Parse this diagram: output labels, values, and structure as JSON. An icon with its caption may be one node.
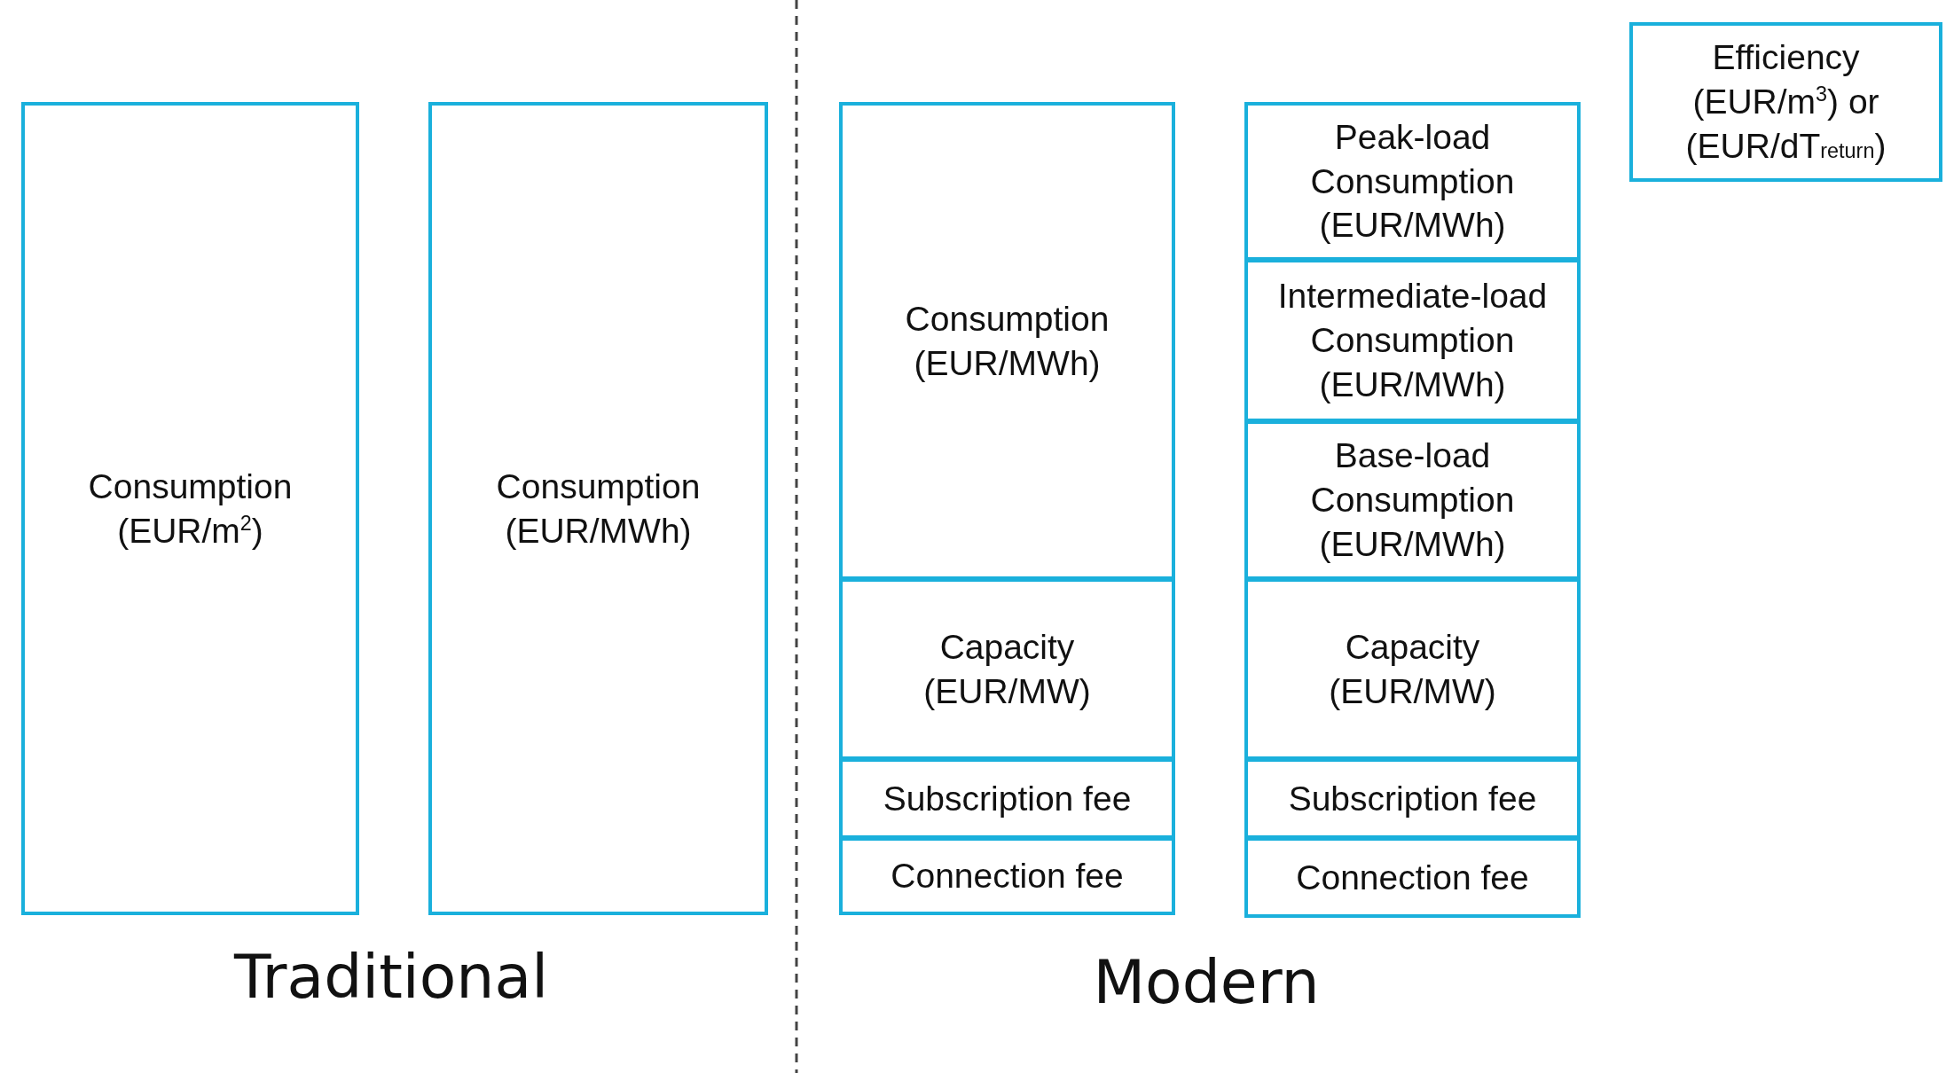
{
  "diagram": {
    "nodes": [
      {
        "text": [
          "Consumption (EUR/m$^{2}$)"
        ]
      },
      {
        "text": [
          "Consumption (EUR/MWh)"
        ]
      },
      {
        "text": [
          "Consumption (EUR/MWh)"
        ]
      },
      {
        "text": [
          "Capacity (EUR/MW)"
        ]
      },
      {
        "text": [
          "Subscription fee"
        ]
      },
      {
        "text": [
          "Connection fee"
        ]
      },
      {
        "text": [
          "Peak-load Consumption (EUR/MWh)"
        ]
      },
      {
        "text": [
          "Intermediate-load Consumption (EUR/MWh)"
        ]
      },
      {
        "text": [
          "Base-load Consumption (EUR/MWh)"
        ]
      },
      {
        "text": [
          "Capacity (EUR/MW)"
        ]
      },
      {
        "text": [
          "Subscription fee"
        ]
      },
      {
        "text": [
          "Connection fee"
        ]
      },
      {
        "text": [
          "Efficiency (EUR/m$^{3}$) or (EUR/dT$_{return}$)"
        ]
      }
    ],
    "edges": [],
    "labels": [
      "Traditional",
      "Modern"
    ]
  }
}
